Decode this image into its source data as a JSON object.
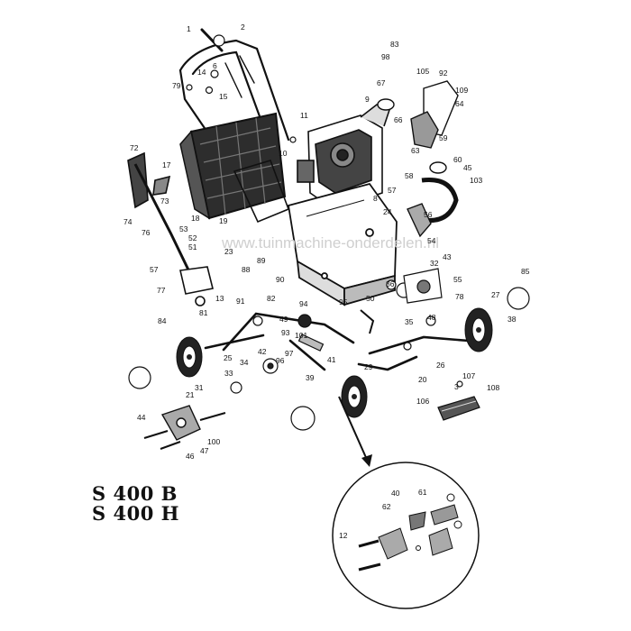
{
  "models": [
    "S 400 B",
    "S 400 H"
  ],
  "watermark": "www.tuinmachine-onderdelen.nl",
  "part_numbers": [
    "1",
    "2",
    "6",
    "14",
    "79",
    "15",
    "11",
    "10",
    "9",
    "67",
    "83",
    "98",
    "105",
    "92",
    "109",
    "64",
    "66",
    "59",
    "63",
    "60",
    "57",
    "58",
    "45",
    "103",
    "72",
    "17",
    "73",
    "74",
    "76",
    "53",
    "52",
    "51",
    "18",
    "19",
    "24",
    "56",
    "54",
    "88",
    "89",
    "90",
    "23",
    "8",
    "32",
    "43",
    "55",
    "78",
    "36",
    "85",
    "35",
    "50",
    "95",
    "27",
    "38",
    "57",
    "77",
    "13",
    "81",
    "91",
    "82",
    "49",
    "94",
    "93",
    "101",
    "84",
    "25",
    "42",
    "96",
    "97",
    "34",
    "33",
    "31",
    "21",
    "41",
    "39",
    "29",
    "20",
    "26",
    "48",
    "44",
    "100",
    "46",
    "47",
    "107",
    "106",
    "108",
    "3",
    "40",
    "61",
    "62",
    "12"
  ]
}
